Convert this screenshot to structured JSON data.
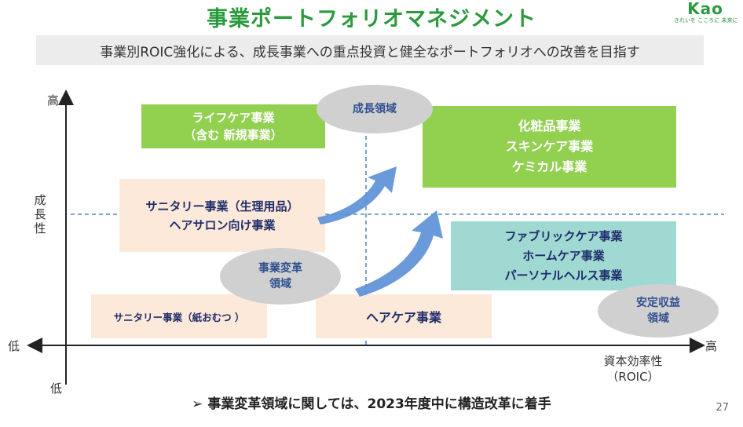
{
  "header": {
    "title": "事業ポートフォリオマネジメント",
    "logo_main": "Kao",
    "logo_sub": "きれいを こころに 未来に",
    "subtitle": "事業別ROIC強化による、成長事業への重点投資と健全なポートフォリオへの改善を目指す"
  },
  "axes": {
    "y_label": [
      "成",
      "長",
      "性"
    ],
    "y_high": "高",
    "y_low": "低",
    "x_label_line1": "資本効率性",
    "x_label_line2": "（ROIC）",
    "x_high": "高",
    "x_low": "低"
  },
  "boxes": {
    "lifecare": [
      "ライフケア事業",
      "（含む 新規事業）"
    ],
    "cosmetics": [
      "化粧品事業",
      "スキンケア事業",
      "ケミカル事業"
    ],
    "sanitary_feminine": [
      "サニタリー事業（生理用品）",
      "ヘアサロン向け事業"
    ],
    "fabric": [
      "ファブリックケア事業",
      "ホームケア事業",
      "パーソナルヘルス事業"
    ],
    "sanitary_diaper": "サニタリー事業（紙おむつ ）",
    "haircare": "ヘアケア事業"
  },
  "zones": {
    "growth": "成長領域",
    "transform": [
      "事業変革",
      "領域"
    ],
    "stable": [
      "安定収益",
      "領域"
    ]
  },
  "footer": {
    "note": "➢ 事業変革領域に関しては、2023年度中に構造改革に着手",
    "page_number": "27"
  },
  "colors": {
    "title_green": "#2a9a3c",
    "box_green": "#92d050",
    "box_peach": "#fde9d9",
    "box_teal": "#9fd9d2",
    "zone_gray": "#d0d0d0",
    "arrow_blue": "#5b8fd6",
    "dashed_blue": "#2e6db4"
  }
}
